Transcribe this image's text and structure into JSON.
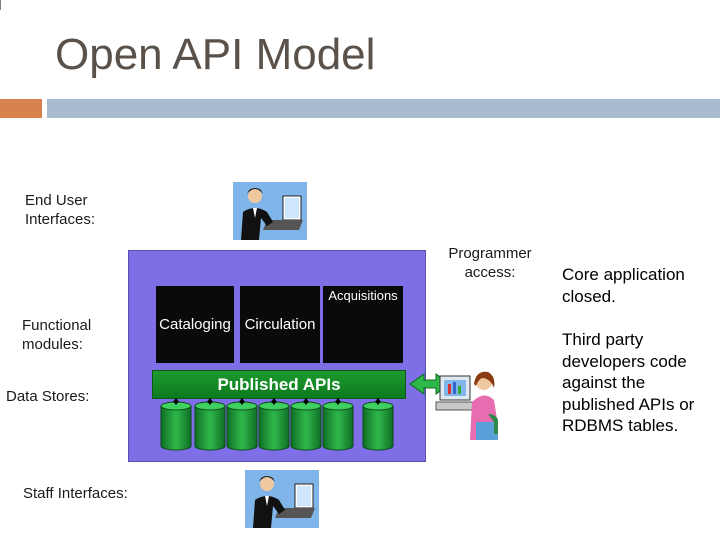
{
  "title": "Open API Model",
  "labels": {
    "end_user": "End User Interfaces:",
    "programmer": "Programmer access:",
    "functional": "Functional modules:",
    "data_stores": "Data Stores:",
    "staff": "Staff Interfaces:"
  },
  "modules": [
    "Cataloging",
    "Circulation",
    "Acquisitions"
  ],
  "published_apis": "Published APIs",
  "notes": {
    "core": "Core application closed.",
    "third_party": "Third party developers code against the published APIs or RDBMS tables."
  },
  "colors": {
    "panel": "#7e6fe6",
    "api_bar": "#1e9a2e",
    "db": "#1f9e3a",
    "accent_orange": "#d9824e",
    "accent_blue": "#a8bbcf"
  },
  "icons": [
    "user-at-computer-icon",
    "database-icon",
    "developer-at-computer-icon"
  ]
}
